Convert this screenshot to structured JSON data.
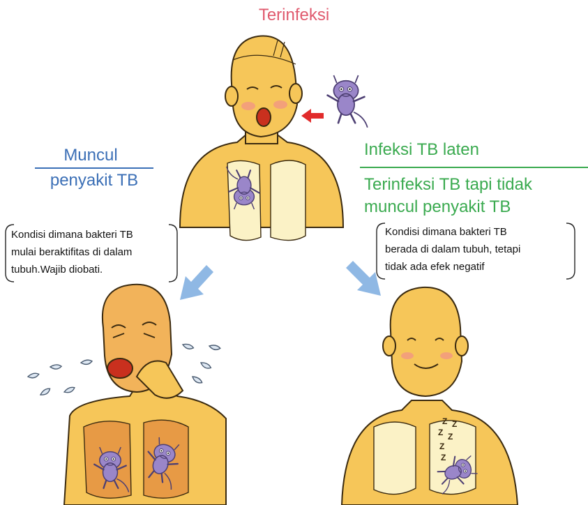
{
  "title": "Terinfeksi",
  "left_heading": {
    "line1": "Muncul",
    "line2": "penyakit TB"
  },
  "right_heading": {
    "line1": "Infeksi TB laten",
    "line2": "Terinfeksi TB tapi tidak",
    "line3": "muncul penyakit TB"
  },
  "left_note": [
    "Kondisi dimana bakteri TB",
    "mulai beraktifitas di dalam",
    "tubuh.Wajib diobati."
  ],
  "right_note": [
    "Kondisi dimana bakteri TB",
    "berada di dalam tubuh, tetapi",
    "tidak ada efek negatif"
  ],
  "sleep_letters": [
    "Z",
    "Z",
    "Z",
    "Z",
    "Z",
    "Z"
  ],
  "colors": {
    "title": "#e05a6e",
    "left_heading": "#3b6fb6",
    "right_heading": "#3aaa4f",
    "skin": "#f6c659",
    "skin_shade": "#e8a63d",
    "lung_healthy": "#fbf2c6",
    "lung_sick": "#e79a45",
    "germ": "#9a86c9",
    "red_arrow": "#e12b2b",
    "blue_arrow": "#8fb8e4"
  },
  "icons": [
    "germ-character-icon",
    "red-arrow-icon",
    "blue-arrow-icon",
    "sweat-drop-icon"
  ]
}
